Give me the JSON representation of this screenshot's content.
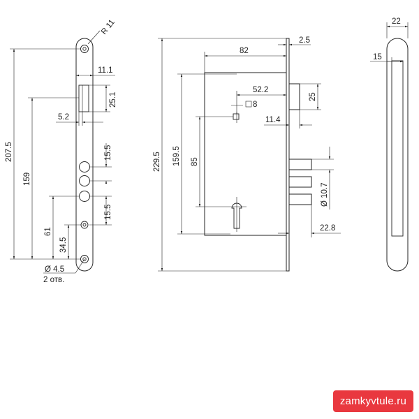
{
  "watermark": "zamkyvtule.ru",
  "colors": {
    "line": "#222222",
    "badge": "#e9383f",
    "background": "#ffffff"
  },
  "faceplate_dims": {
    "radius": "R 11",
    "width_11_1": "11.1",
    "slot_25_1": "25.1",
    "offset_5_2": "5.2",
    "spacing_upper": "15.5",
    "spacing_lower": "15.5",
    "total_207_5": "207.5",
    "height_159": "159",
    "height_61": "61",
    "height_34_5": "34.5",
    "hole_dia": "Ø 4.5",
    "hole_count": "2 отв."
  },
  "body_dims": {
    "width_82": "82",
    "plate_2_5": "2.5",
    "backset_52_2": "52.2",
    "square_8": "8",
    "latch_25": "25",
    "latch_11_4": "11.4",
    "total_229_5": "229.5",
    "height_159_5": "159.5",
    "height_85": "85",
    "bolt_dia": "Ø 10.7",
    "bolt_22_8": "22.8"
  },
  "side_dims": {
    "width_22": "22",
    "inner_15": "15"
  }
}
